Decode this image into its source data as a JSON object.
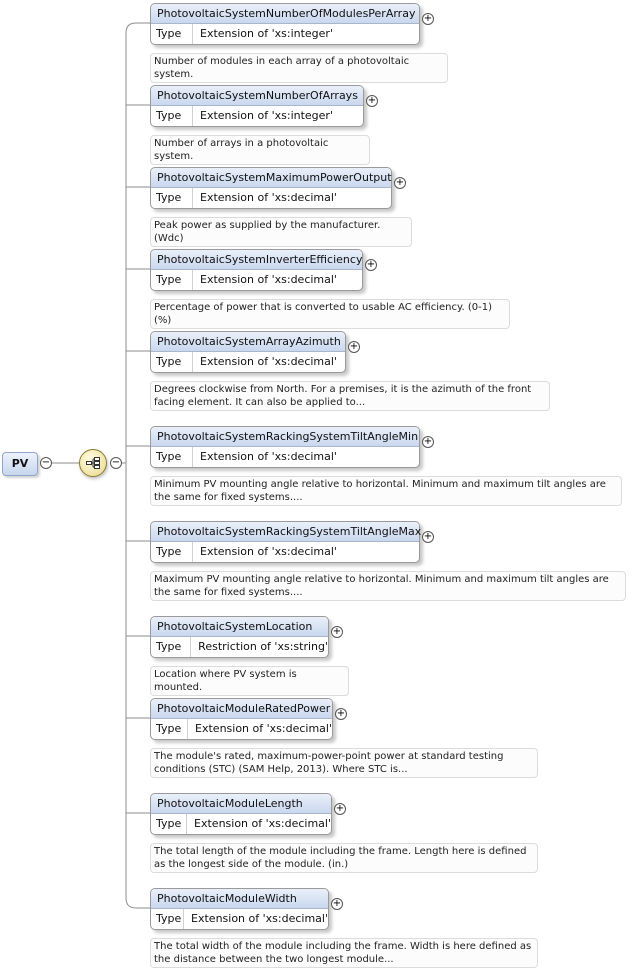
{
  "root": {
    "label": "PV"
  },
  "elements": [
    {
      "name": "PhotovoltaicSystemNumberOfModulesPerArray",
      "type_label": "Type",
      "type_value": "Extension of 'xs:integer'",
      "doc": "Number of modules in each array of a photovoltaic system."
    },
    {
      "name": "PhotovoltaicSystemNumberOfArrays",
      "type_label": "Type",
      "type_value": "Extension of 'xs:integer'",
      "doc": "Number of arrays in a photovoltaic system."
    },
    {
      "name": "PhotovoltaicSystemMaximumPowerOutput",
      "type_label": "Type",
      "type_value": "Extension of 'xs:decimal'",
      "doc": "Peak power as supplied by the manufacturer. (Wdc)"
    },
    {
      "name": "PhotovoltaicSystemInverterEfficiency",
      "type_label": "Type",
      "type_value": "Extension of 'xs:decimal'",
      "doc": "Percentage of power that is converted to usable AC efficiency. (0-1) (%)"
    },
    {
      "name": "PhotovoltaicSystemArrayAzimuth",
      "type_label": "Type",
      "type_value": "Extension of 'xs:decimal'",
      "doc": "Degrees clockwise from North. For a premises, it is the azimuth of the front\nfacing element. It can also be applied to..."
    },
    {
      "name": "PhotovoltaicSystemRackingSystemTiltAngleMin",
      "type_label": "Type",
      "type_value": "Extension of 'xs:decimal'",
      "doc": "Minimum PV mounting angle relative to horizontal. Minimum and maximum tilt angles are\nthe same for fixed systems...."
    },
    {
      "name": "PhotovoltaicSystemRackingSystemTiltAngleMax",
      "type_label": "Type",
      "type_value": "Extension of 'xs:decimal'",
      "doc": "Maximum PV mounting angle relative to horizontal. Minimum and maximum tilt angles are\nthe same for fixed systems...."
    },
    {
      "name": "PhotovoltaicSystemLocation",
      "type_label": "Type",
      "type_value": "Restriction of 'xs:string'",
      "doc": "Location where PV system is mounted."
    },
    {
      "name": "PhotovoltaicModuleRatedPower",
      "type_label": "Type",
      "type_value": "Extension of 'xs:decimal'",
      "doc": "The module's rated, maximum-power-point power at standard testing\nconditions (STC) (SAM Help, 2013). Where STC is..."
    },
    {
      "name": "PhotovoltaicModuleLength",
      "type_label": "Type",
      "type_value": "Extension of 'xs:decimal'",
      "doc": "The total length of the module including the frame. Length here is defined\nas the longest side of the module. (in.)"
    },
    {
      "name": "PhotovoltaicModuleWidth",
      "type_label": "Type",
      "type_value": "Extension of 'xs:decimal'",
      "doc": "The total width of the module including the frame. Width is here defined as\nthe distance between the two longest module..."
    }
  ]
}
